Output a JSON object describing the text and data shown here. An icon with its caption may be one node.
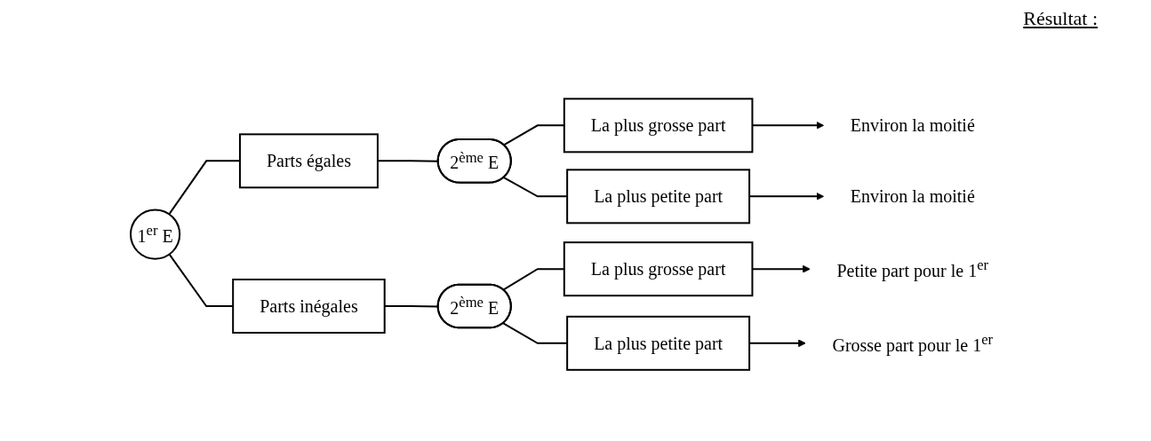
{
  "diagram": {
    "nodes": [
      {
        "text": [
          "1$^{er}$ E"
        ]
      },
      {
        "text": [
          "Parts égales"
        ]
      },
      {
        "text": [
          "2$^{ème}$ E"
        ]
      },
      {
        "text": [
          "La plus grosse part"
        ]
      },
      {
        "text": [
          "La plus petite part"
        ]
      },
      {
        "text": [
          "Parts inégales"
        ]
      },
      {
        "text": [
          "2$^{ème}$ E"
        ]
      },
      {
        "text": [
          "La plus grosse part"
        ]
      },
      {
        "text": [
          "La plus petite part"
        ]
      },
      {
        "text": [
          "Environ la moitié"
        ]
      },
      {
        "text": [
          "Environ la moitié"
        ]
      },
      {
        "text": [
          "Petite part pour le 1$^{er}$"
        ]
      },
      {
        "text": [
          "Grosse part pour le 1$^{er}$"
        ]
      }
    ],
    "edges": [
      {
        "from": 0,
        "to": 1,
        "arrow": "none"
      },
      {
        "from": 0,
        "to": 5,
        "arrow": "none"
      },
      {
        "from": 1,
        "to": 2,
        "arrow": "none"
      },
      {
        "from": 2,
        "to": 3,
        "arrow": "none"
      },
      {
        "from": 2,
        "to": 4,
        "arrow": "none"
      },
      {
        "from": 5,
        "to": 6,
        "arrow": "none"
      },
      {
        "from": 6,
        "to": 7,
        "arrow": "none"
      },
      {
        "from": 6,
        "to": 8,
        "arrow": "none"
      },
      {
        "from": 3,
        "to": 9,
        "arrow": "to"
      },
      {
        "from": 4,
        "to": 10,
        "arrow": "to"
      },
      {
        "from": 7,
        "to": 11,
        "arrow": "to"
      },
      {
        "from": 8,
        "to": 12,
        "arrow": "to"
      }
    ],
    "labels": [
      "Résultat :"
    ]
  }
}
